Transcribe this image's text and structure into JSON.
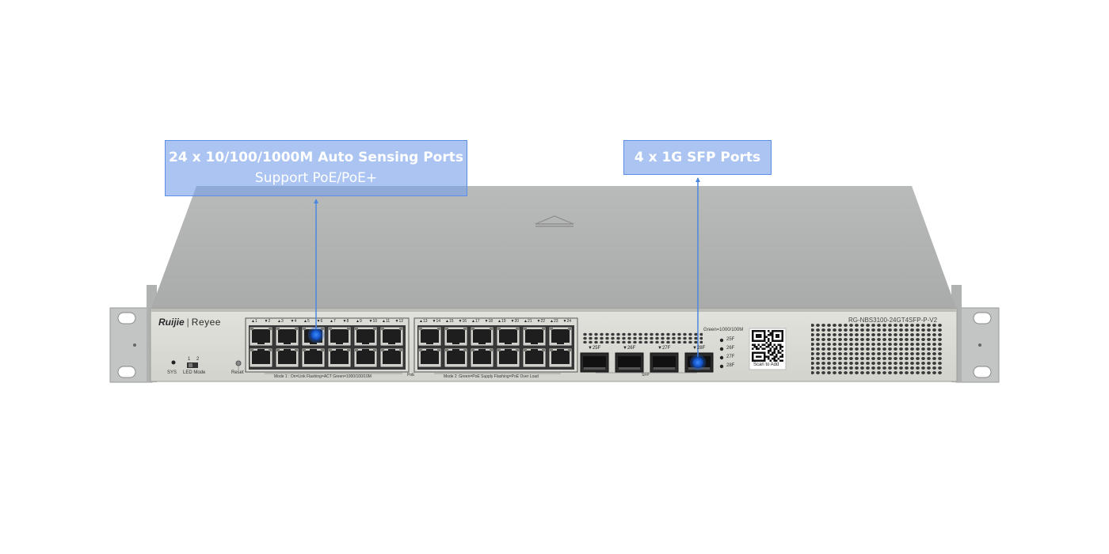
{
  "callouts": {
    "ports": {
      "title": "24 x 10/100/1000M Auto Sensing Ports",
      "subtitle": "Support PoE/PoE+"
    },
    "sfp": {
      "title": "4 x 1G SFP Ports"
    }
  },
  "device": {
    "brand": "Ruijie",
    "brand_separator": "|",
    "sub_brand": "Reyee",
    "model": "RG-NBS3100-24GT4SFP-P-V2",
    "labels": {
      "sys": "SYS",
      "led_mode": "LED Mode",
      "led_mode_positions": "1 2",
      "reset": "Reset",
      "mode1": "Mode 1 : On=Link   Flashing=ACT   Green=1000/100/10M",
      "poe": "PoE",
      "mode2": "Mode 2 :Green=PoE Supply   Flashing=PoE Over Load",
      "sfp": "SFP",
      "sfp_speed": "Green=1000/100M",
      "scan": "Scan to Add"
    },
    "port_labels_group1": [
      "▲1",
      "▼2",
      "▲3",
      "▼4",
      "▲5",
      "▼6",
      "▲7",
      "▼8",
      "▲9",
      "▼10",
      "▲11",
      "▼12"
    ],
    "port_labels_group2": [
      "▲13",
      "▼14",
      "▲15",
      "▼16",
      "▲17",
      "▼18",
      "▲19",
      "▼20",
      "▲21",
      "▼22",
      "▲23",
      "▼24"
    ],
    "sfp_ports": [
      "▼25F",
      "▼26F",
      "▼27F",
      "▼28F"
    ],
    "sfp_leds": [
      "25F",
      "26F",
      "27F",
      "28F"
    ]
  },
  "colors": {
    "callout_fill": "#78a0e8",
    "callout_border": "#5d8fe6",
    "pointer_line": "#4a88e0",
    "hotspot": "#1a5ed6",
    "chassis_top": "#b5b6b6",
    "chassis_front": "#d9dad5",
    "rack_ear": "#c3c4c4"
  },
  "icons": [
    "rack-ear-left",
    "rack-ear-right",
    "qr-code-icon",
    "vent-grille",
    "arrow-up-icon"
  ]
}
